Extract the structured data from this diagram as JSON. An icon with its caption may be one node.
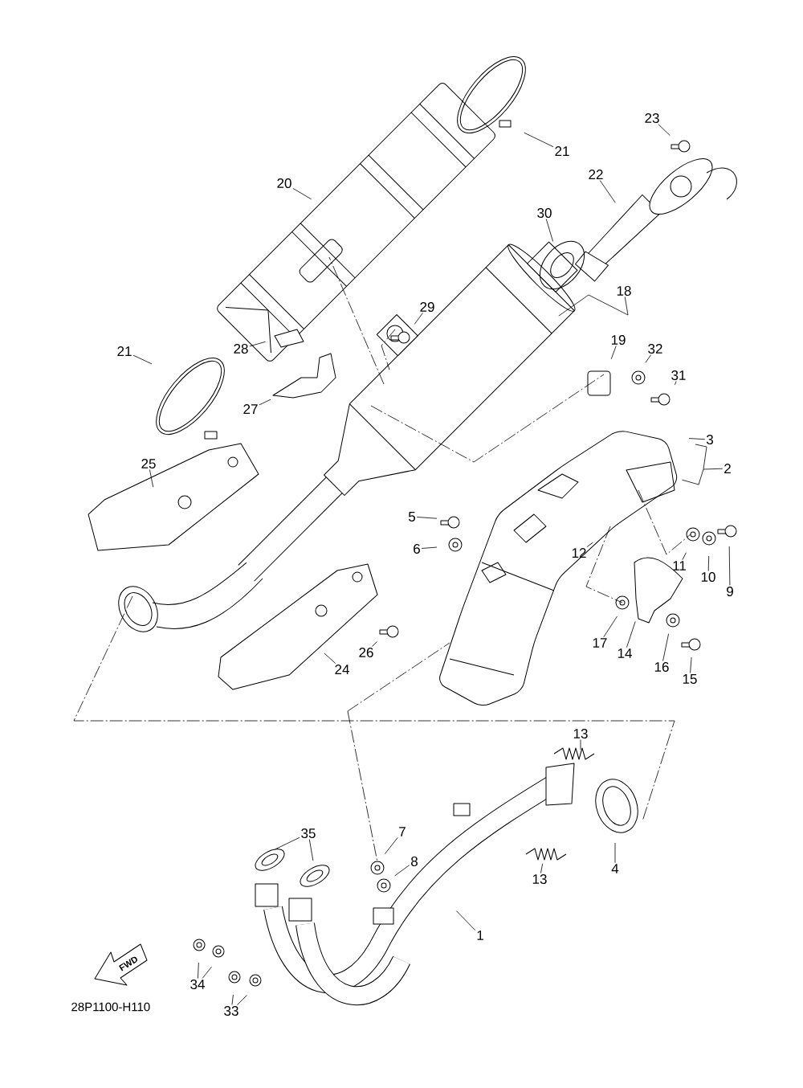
{
  "diagram": {
    "nodes": [
      {
        "text": [
          "21"
        ]
      },
      {
        "text": [
          "23"
        ]
      },
      {
        "text": [
          "20"
        ]
      },
      {
        "text": [
          "22"
        ]
      },
      {
        "text": [
          "30"
        ]
      },
      {
        "text": [
          "18"
        ]
      },
      {
        "text": [
          "29"
        ]
      },
      {
        "text": [
          "19"
        ]
      },
      {
        "text": [
          "32"
        ]
      },
      {
        "text": [
          "31"
        ]
      },
      {
        "text": [
          "21"
        ]
      },
      {
        "text": [
          "28"
        ]
      },
      {
        "text": [
          "27"
        ]
      },
      {
        "text": [
          "3"
        ]
      },
      {
        "text": [
          "2"
        ]
      },
      {
        "text": [
          "25"
        ]
      },
      {
        "text": [
          "5"
        ]
      },
      {
        "text": [
          "6"
        ]
      },
      {
        "text": [
          "12"
        ]
      },
      {
        "text": [
          "11"
        ]
      },
      {
        "text": [
          "10"
        ]
      },
      {
        "text": [
          "9"
        ]
      },
      {
        "text": [
          "26"
        ]
      },
      {
        "text": [
          "24"
        ]
      },
      {
        "text": [
          "17"
        ]
      },
      {
        "text": [
          "14"
        ]
      },
      {
        "text": [
          "16"
        ]
      },
      {
        "text": [
          "15"
        ]
      },
      {
        "text": [
          "13"
        ]
      },
      {
        "text": [
          "7"
        ]
      },
      {
        "text": [
          "8"
        ]
      },
      {
        "text": [
          "13"
        ]
      },
      {
        "text": [
          "4"
        ]
      },
      {
        "text": [
          "35"
        ]
      },
      {
        "text": [
          "1"
        ]
      },
      {
        "text": [
          "34"
        ]
      },
      {
        "text": [
          "33"
        ]
      }
    ],
    "edges": [
      {
        "from": 0,
        "to": null,
        "arrow": "none"
      },
      {
        "from": 1,
        "to": null,
        "arrow": "none"
      },
      {
        "from": 2,
        "to": null,
        "arrow": "none"
      },
      {
        "from": 3,
        "to": null,
        "arrow": "none"
      },
      {
        "from": 4,
        "to": null,
        "arrow": "none"
      },
      {
        "from": 5,
        "to": null,
        "arrow": "none"
      },
      {
        "from": 6,
        "to": null,
        "arrow": "none"
      },
      {
        "from": 7,
        "to": null,
        "arrow": "none"
      },
      {
        "from": 8,
        "to": null,
        "arrow": "none"
      },
      {
        "from": 9,
        "to": null,
        "arrow": "none"
      },
      {
        "from": 10,
        "to": null,
        "arrow": "none"
      },
      {
        "from": 11,
        "to": null,
        "arrow": "none"
      },
      {
        "from": 12,
        "to": null,
        "arrow": "none"
      },
      {
        "from": 13,
        "to": null,
        "arrow": "none"
      },
      {
        "from": 14,
        "to": null,
        "arrow": "none"
      },
      {
        "from": 15,
        "to": null,
        "arrow": "none"
      },
      {
        "from": 16,
        "to": null,
        "arrow": "none"
      },
      {
        "from": 17,
        "to": null,
        "arrow": "none"
      },
      {
        "from": 18,
        "to": null,
        "arrow": "none"
      },
      {
        "from": 19,
        "to": null,
        "arrow": "none"
      },
      {
        "from": 20,
        "to": null,
        "arrow": "none"
      },
      {
        "from": 21,
        "to": null,
        "arrow": "none"
      },
      {
        "from": 22,
        "to": null,
        "arrow": "none"
      },
      {
        "from": 23,
        "to": null,
        "arrow": "none"
      },
      {
        "from": 24,
        "to": null,
        "arrow": "none"
      },
      {
        "from": 25,
        "to": null,
        "arrow": "none"
      },
      {
        "from": 26,
        "to": null,
        "arrow": "none"
      },
      {
        "from": 27,
        "to": null,
        "arrow": "none"
      },
      {
        "from": 28,
        "to": null,
        "arrow": "none"
      },
      {
        "from": 29,
        "to": null,
        "arrow": "none"
      },
      {
        "from": 30,
        "to": null,
        "arrow": "none"
      },
      {
        "from": 31,
        "to": null,
        "arrow": "none"
      },
      {
        "from": 32,
        "to": null,
        "arrow": "none"
      },
      {
        "from": 33,
        "to": null,
        "arrow": "none"
      },
      {
        "from": 33,
        "to": null,
        "arrow": "none"
      },
      {
        "from": 34,
        "to": null,
        "arrow": "none"
      },
      {
        "from": 35,
        "to": null,
        "arrow": "none"
      },
      {
        "from": 35,
        "to": null,
        "arrow": "none"
      },
      {
        "from": 36,
        "to": null,
        "arrow": "none"
      },
      {
        "from": 36,
        "to": null,
        "arrow": "none"
      }
    ],
    "labels": [
      "FWD",
      "28P1100-H110"
    ]
  }
}
